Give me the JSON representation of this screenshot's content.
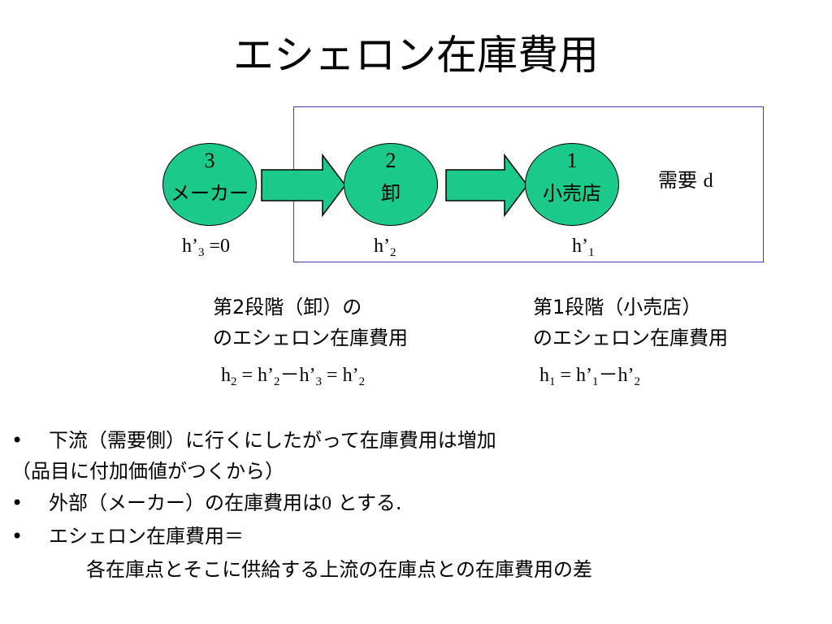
{
  "title": "エシェロン在庫費用",
  "diagram": {
    "nodes": [
      {
        "number": "3",
        "label": "メーカー",
        "holding": [
          "h’",
          "3",
          " =0"
        ]
      },
      {
        "number": "2",
        "label": "卸",
        "holding": [
          "h’",
          "2",
          ""
        ]
      },
      {
        "number": "1",
        "label": "小売店",
        "holding": [
          "h’",
          "1",
          ""
        ]
      }
    ],
    "demand_label": "需要",
    "demand_symbol": "d"
  },
  "captions": [
    {
      "line1": "第2段階（卸）の",
      "line2": "のエシェロン在庫費用",
      "formula": [
        "h",
        "2",
        " = h’",
        "2",
        "－h’",
        "3",
        " = h’",
        "2"
      ]
    },
    {
      "line1": "第1段階（小売店）",
      "line2": "のエシェロン在庫費用",
      "formula": [
        "h",
        "1",
        " = h’",
        "1",
        "－h’",
        "2"
      ]
    }
  ],
  "bullets": {
    "b1": "下流（需要側）に行くにしたがって在庫費用は増加",
    "b1_cont": "（品目に付加価値がつくから）",
    "b2_pre": "外部（メーカー）の在庫費用は",
    "b2_num": "0",
    "b2_post": " とする.",
    "b3": "エシェロン在庫費用＝",
    "b3_cont": "各在庫点とそこに供給する上流の在庫点との在庫費用の差",
    "marker": "•"
  },
  "colors": {
    "node_fill": "#1bc98a",
    "box_border": "#3b3bb5",
    "arrow_fill": "#1bc98a"
  }
}
